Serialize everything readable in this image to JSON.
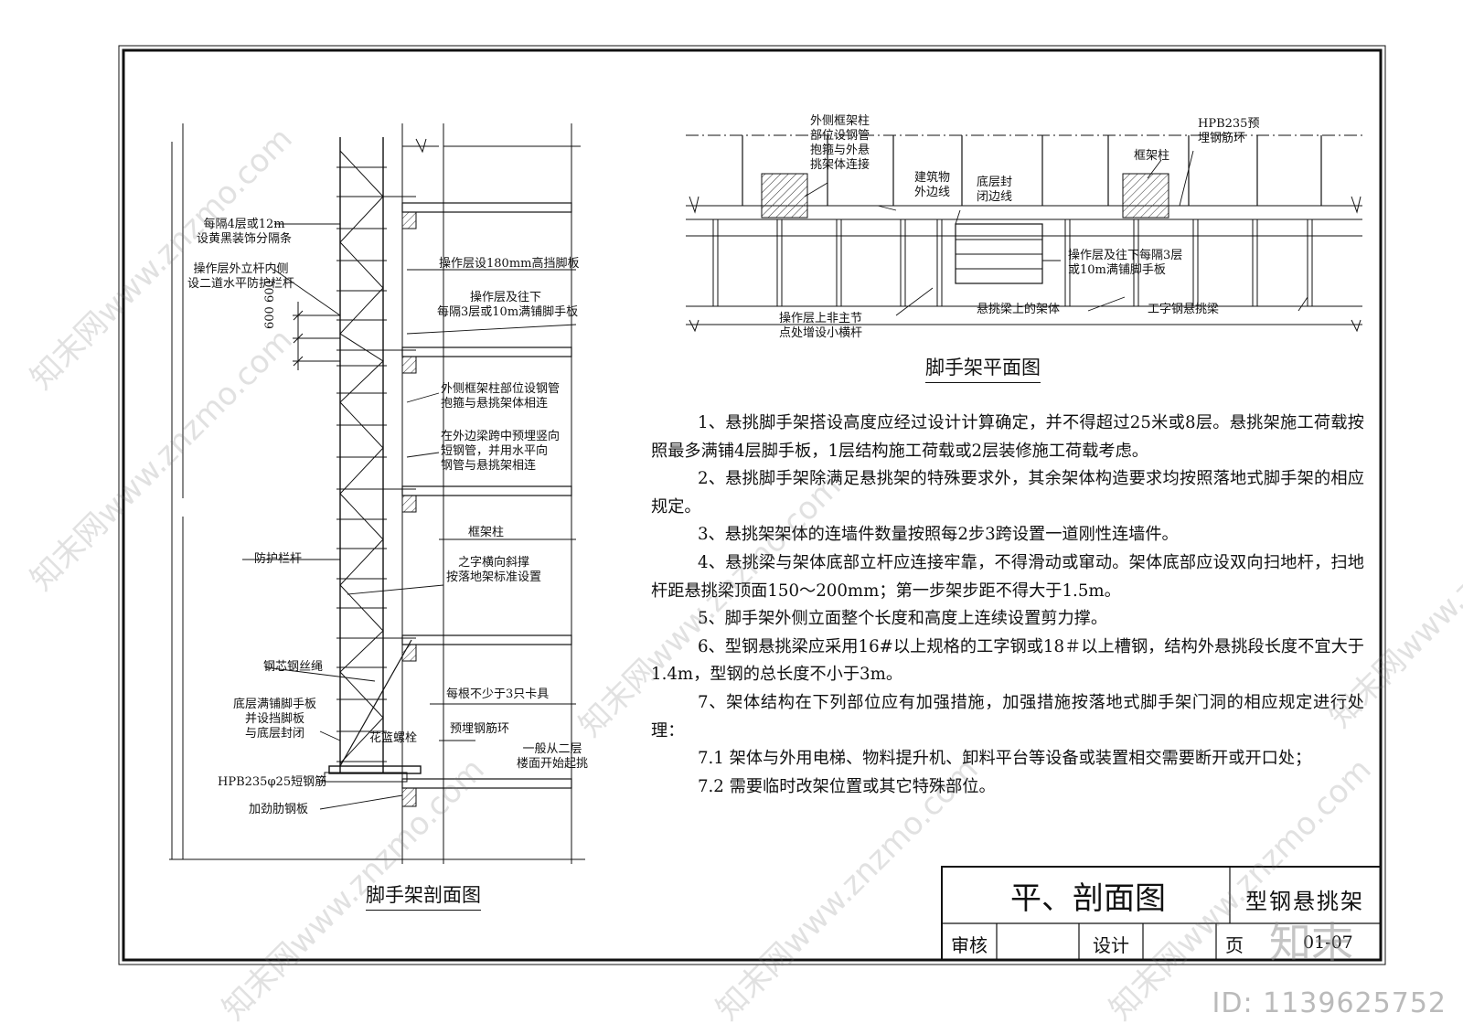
{
  "section": {
    "title": "脚手架剖面图",
    "labels": {
      "every_4_floors": [
        "每隔4层或12m",
        "设黄黑装饰分隔条"
      ],
      "inner_rails": [
        "操作层外立杆内侧",
        "设二道水平防护栏杆"
      ],
      "dimension": "600 600",
      "toe_board": "操作层设180mm高挡脚板",
      "full_boards": [
        "操作层及往下",
        "每隔3层或10m满铺脚手板"
      ],
      "column_pipe": [
        "外侧框架柱部位设钢管",
        "抱箍与悬挑架体相连"
      ],
      "embedded_pipe": [
        "在外边梁跨中预埋竖向",
        "短钢管，并用水平向",
        "钢管与悬挑架相连"
      ],
      "frame_column": "框架柱",
      "zigzag_brace": [
        "之字横向斜撑",
        "按落地架标准设置"
      ],
      "guard_rail": "防护栏杆",
      "wire_rope": "钢芯钢丝绳",
      "clamps": "每根不少于3只卡具",
      "bottom_boards": [
        "底层满铺脚手板",
        "并设挡脚板",
        "与底层封闭"
      ],
      "turnbuckle": "花篮螺栓",
      "embedded_ring": "预埋钢筋环",
      "start_floor": [
        "一般从二层",
        "楼面开始起挑"
      ],
      "short_bar": "HPB235φ25短钢筋",
      "stiffener": "加劲肋钢板"
    }
  },
  "plan": {
    "title": "脚手架平面图",
    "labels": {
      "outer_column": [
        "外侧框架柱",
        "部位设钢管",
        "抱箍与外悬",
        "挑架体连接"
      ],
      "building_line": [
        "建筑物",
        "外边线"
      ],
      "closure_line": [
        "底层封",
        "闭边线"
      ],
      "hpb_ring": [
        "HPB235预",
        "埋钢筋环"
      ],
      "frame_column": "框架柱",
      "boards": [
        "操作层及往下每隔3层",
        "或10m满铺脚手板"
      ],
      "small_bars": [
        "操作层上非主节",
        "点处增设小横杆"
      ],
      "frame_on_beam": "悬挑梁上的架体",
      "i_beam": "工字钢悬挑梁"
    }
  },
  "notes": [
    "1、悬挑脚手架搭设高度应经过设计计算确定，并不得超过25米或8层。悬挑架施工荷载按照最多满铺4层脚手板，1层结构施工荷载或2层装修施工荷载考虑。",
    "2、悬挑脚手架除满足悬挑架的特殊要求外，其余架体构造要求均按照落地式脚手架的相应规定。",
    "3、悬挑架架体的连墙件数量按照每2步3跨设置一道刚性连墙件。",
    "4、悬挑梁与架体底部立杆应连接牢靠，不得滑动或窜动。架体底部应设双向扫地杆，扫地杆距悬挑梁顶面150～200mm；第一步架步距不得大于1.5m。",
    "5、脚手架外侧立面整个长度和高度上连续设置剪力撑。",
    "6、型钢悬挑梁应采用16#以上规格的工字钢或18＃以上槽钢，结构外悬挑段长度不宜大于1.4m，型钢的总长度不小于3m。",
    "7、架体结构在下列部位应有加强措施，加强措施按落地式脚手架门洞的相应规定进行处理：",
    "7.1 架体与外用电梯、物料提升机、卸料平台等设备或装置相交需要断开或开口处；",
    "7.2 需要临时改架位置或其它特殊部位。"
  ],
  "title_block": {
    "drawing_name": "平、剖面图",
    "category": "型钢悬挑架",
    "review_label": "审核",
    "design_label": "设计",
    "page_label": "页",
    "page_no": "01-07"
  },
  "watermark": {
    "site": "知末网www.znzmo.com",
    "logo": "知末",
    "id": "ID: 1139625752"
  },
  "colors": {
    "line": "#111111",
    "hatch": "#333333",
    "watermark": "#9a9a9a"
  }
}
